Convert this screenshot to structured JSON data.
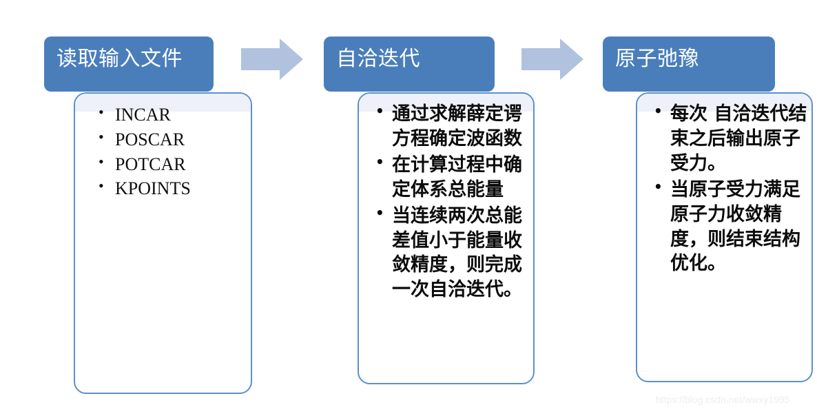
{
  "diagram": {
    "title": "VASP structure optimization workflow",
    "colors": {
      "header_blue": "#4a7ebb",
      "body_border_blue": "#5b8fd0",
      "arrow_blue": "#b1c2de",
      "body_tint": "#eef1f9",
      "text_dark": "#101010",
      "header_text": "#ffffff",
      "watermark": "#eceef1"
    },
    "stages": [
      {
        "id": "read-input-files",
        "title": "读取输入文件",
        "bullet_style": "serif",
        "items": [
          "INCAR",
          "POSCAR",
          "POTCAR",
          "KPOINTS"
        ]
      },
      {
        "id": "self-consistent-iteration",
        "title": "自洽迭代",
        "bullet_style": "cjk",
        "items": [
          "通过求解薛定谔方程确定波函数",
          "在计算过程中确定体系总能量",
          "当连续两次总能差值小于能量收敛精度，则完成一次自洽迭代。"
        ]
      },
      {
        "id": "atomic-relaxation",
        "title": "原子弛豫",
        "bullet_style": "cjk",
        "items": [
          "每次 自洽迭代结束之后输出原子受力。",
          "当原子受力满足原子力收敛精度，则结束结构优化。"
        ]
      }
    ],
    "arrows": [
      {
        "id": "arrow-stage1-to-stage2",
        "name": "right-arrow-icon"
      },
      {
        "id": "arrow-stage2-to-stage3",
        "name": "right-arrow-icon"
      }
    ],
    "watermark": "https://blog.csdn.net/wwxy1995"
  }
}
